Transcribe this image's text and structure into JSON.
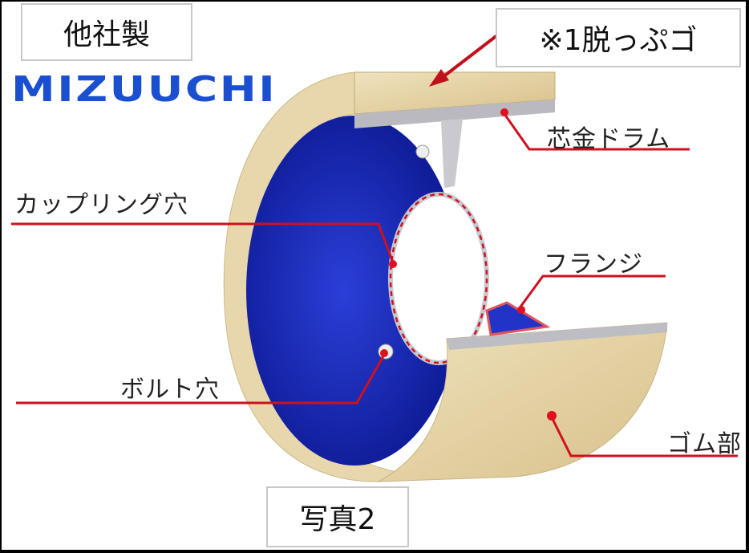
{
  "title_box": "他社製",
  "logo": "MIZUUCHI",
  "callout_box": "※1脱っぷゴ",
  "caption_box": "写真2",
  "labels": {
    "core_drum": "芯金ドラム",
    "coupling_hole": "カップリング穴",
    "flange": "フランジ",
    "bolt_hole": "ボルト穴",
    "rubber_part": "ゴム部"
  },
  "colors": {
    "leader_line": "#d0101c",
    "rubber": "#e6d4a6",
    "inner": "#1e2ec0",
    "logo": "#1a4fd0"
  }
}
